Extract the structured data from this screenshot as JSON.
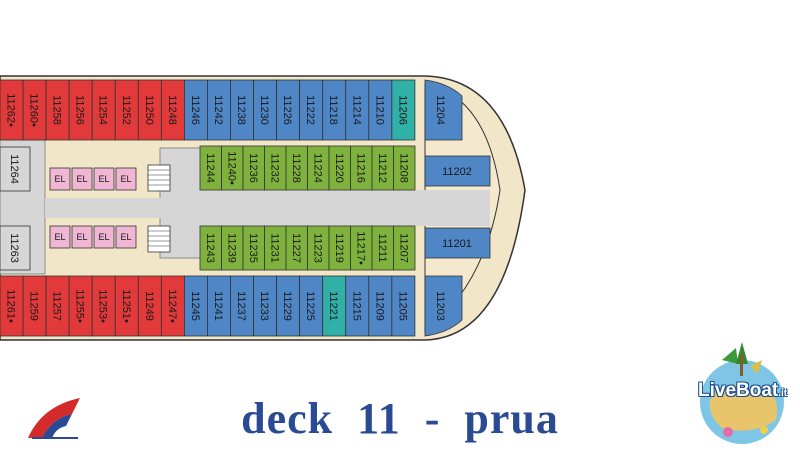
{
  "title": "deck  11  -  prua",
  "logos": {
    "liveboat": "LiveBoat",
    "liveboat_suffix": ".it"
  },
  "colors": {
    "red": "#e23a3a",
    "blue": "#4f86c6",
    "green": "#7fb23c",
    "teal": "#2fb1a8",
    "pink": "#f1b6d4",
    "corridor": "#f2e6c9",
    "gray": "#d6d6d6",
    "accent": "#2b4a94"
  },
  "cabins": {
    "top_row": [
      {
        "n": "11262•",
        "c": "red"
      },
      {
        "n": "11260•",
        "c": "red"
      },
      {
        "n": "11258",
        "c": "red"
      },
      {
        "n": "11256",
        "c": "red"
      },
      {
        "n": "11254",
        "c": "red"
      },
      {
        "n": "11252",
        "c": "red"
      },
      {
        "n": "11250",
        "c": "red"
      },
      {
        "n": "11248",
        "c": "red"
      },
      {
        "n": "11246",
        "c": "blue"
      },
      {
        "n": "11242",
        "c": "blue"
      },
      {
        "n": "11238",
        "c": "blue"
      },
      {
        "n": "11230",
        "c": "blue"
      },
      {
        "n": "11226",
        "c": "blue"
      },
      {
        "n": "11222",
        "c": "blue"
      },
      {
        "n": "11218",
        "c": "blue"
      },
      {
        "n": "11214",
        "c": "blue"
      },
      {
        "n": "11210",
        "c": "blue"
      },
      {
        "n": "11206",
        "c": "teal"
      }
    ],
    "bottom_row": [
      {
        "n": "11261•",
        "c": "red"
      },
      {
        "n": "11259",
        "c": "red"
      },
      {
        "n": "11257",
        "c": "red"
      },
      {
        "n": "11255•",
        "c": "red"
      },
      {
        "n": "11253•",
        "c": "red"
      },
      {
        "n": "11251•",
        "c": "red"
      },
      {
        "n": "11249",
        "c": "red"
      },
      {
        "n": "11247•",
        "c": "red"
      },
      {
        "n": "11245",
        "c": "blue"
      },
      {
        "n": "11241",
        "c": "blue"
      },
      {
        "n": "11237",
        "c": "blue"
      },
      {
        "n": "11233",
        "c": "blue"
      },
      {
        "n": "11229",
        "c": "blue"
      },
      {
        "n": "11225",
        "c": "blue"
      },
      {
        "n": "11221",
        "c": "teal"
      },
      {
        "n": "11215",
        "c": "blue"
      },
      {
        "n": "11209",
        "c": "blue"
      },
      {
        "n": "11205",
        "c": "blue"
      }
    ],
    "inner_top": [
      "11244",
      "11240•",
      "11236",
      "11232",
      "11228",
      "11224",
      "11220",
      "11216",
      "11212",
      "11208"
    ],
    "inner_bottom": [
      "11243",
      "11239",
      "11235",
      "11231",
      "11227",
      "11223",
      "11219",
      "11217•",
      "11211",
      "11207"
    ],
    "left_block": [
      "11264",
      "11263"
    ],
    "bow": {
      "top": "11204",
      "mid_top": "11202",
      "mid_bottom": "11201",
      "bottom": "11203"
    },
    "elevators": [
      "EL",
      "EL",
      "EL",
      "EL",
      "EL",
      "EL",
      "EL",
      "EL"
    ]
  }
}
